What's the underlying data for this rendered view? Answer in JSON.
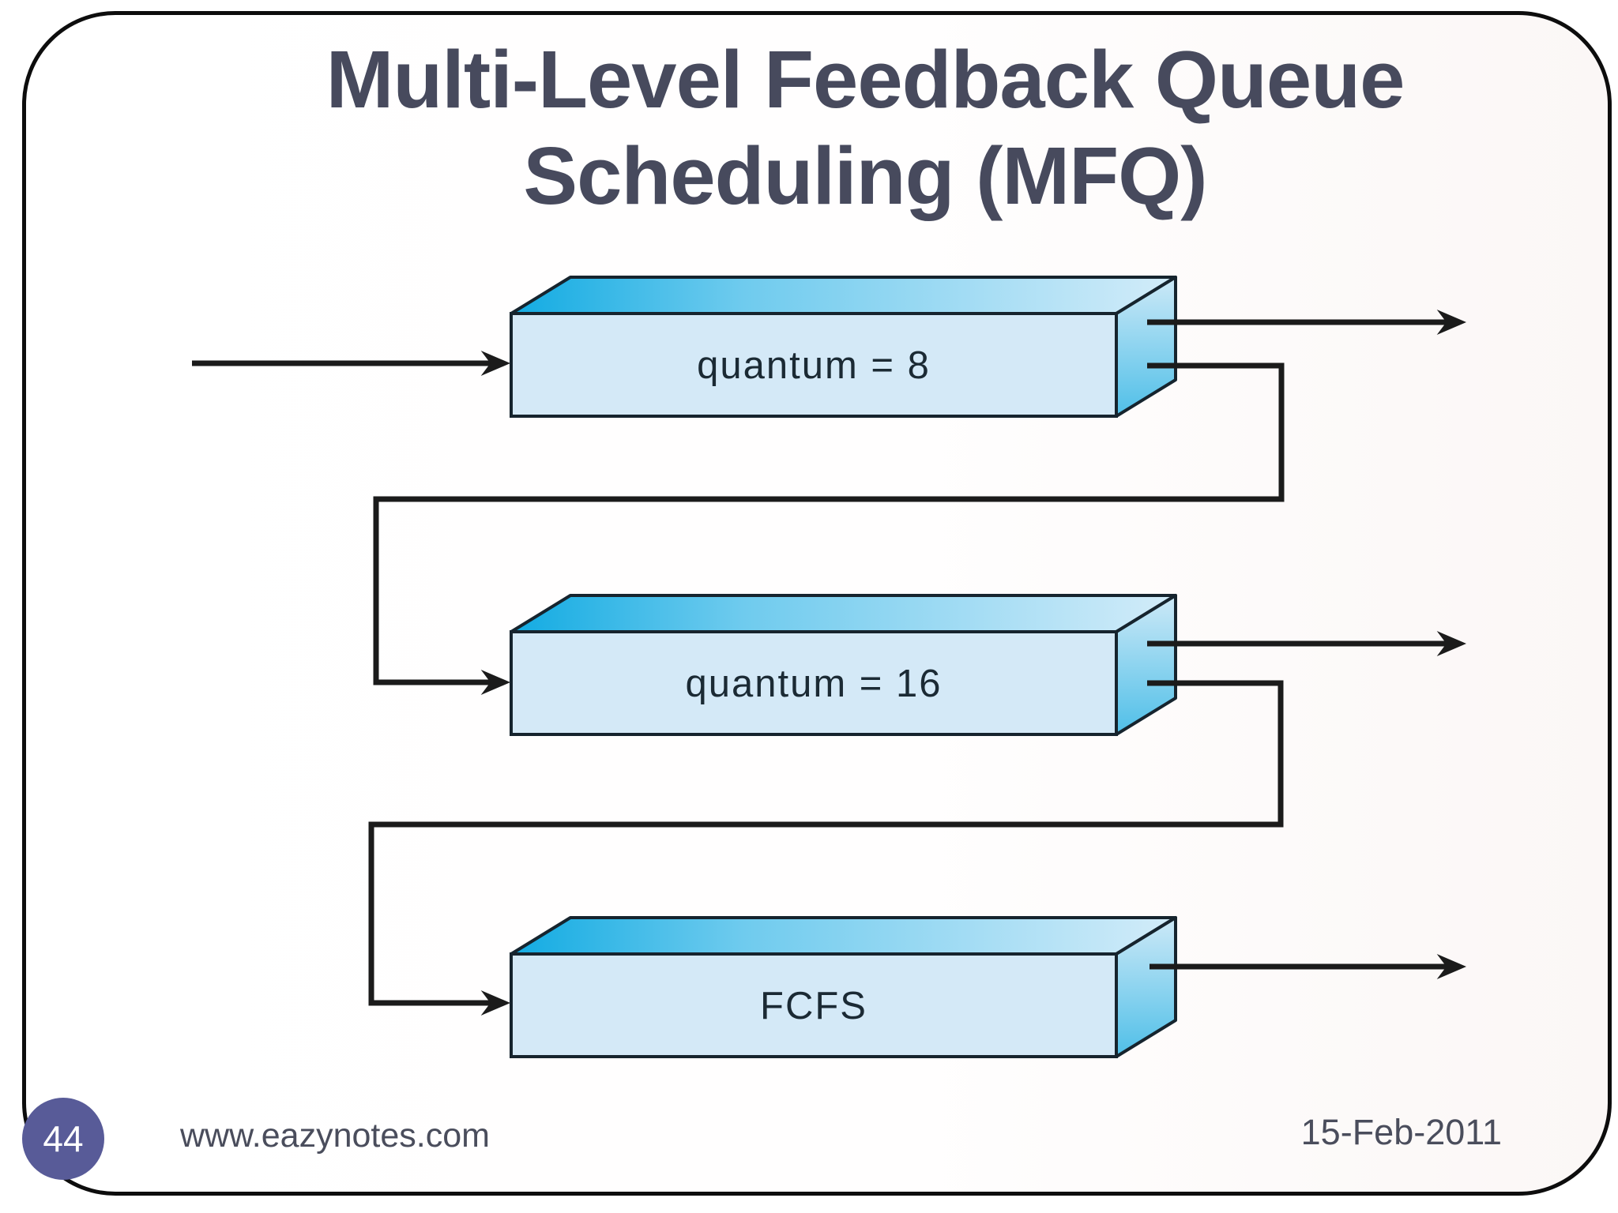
{
  "slide": {
    "title": {
      "line1": "Multi-Level Feedback Queue",
      "line2": "Scheduling (MFQ)"
    },
    "footer": {
      "page_number": "44",
      "website": "www.eazynotes.com",
      "date": "15-Feb-2011"
    }
  },
  "diagram": {
    "type": "multi-level-feedback-queue-flow",
    "queues": [
      {
        "label": "quantum = 8"
      },
      {
        "label": "quantum = 16"
      },
      {
        "label": "FCFS"
      }
    ],
    "connections": [
      {
        "from": "input",
        "to": "quantum = 8"
      },
      {
        "from": "quantum = 8",
        "to": "output"
      },
      {
        "from": "quantum = 8",
        "to": "quantum = 16"
      },
      {
        "from": "quantum = 16",
        "to": "output"
      },
      {
        "from": "quantum = 16",
        "to": "FCFS"
      },
      {
        "from": "FCFS",
        "to": "output"
      }
    ],
    "colors": {
      "box_front": "#d4e9f7",
      "box_top_gradient_start": "#12abe2",
      "box_top_gradient_end": "#d3ecf9",
      "box_side_gradient_start": "#cde9f7",
      "box_side_gradient_end": "#4fbfe8",
      "box_outline": "#16242e",
      "arrow": "#1b1b1b",
      "page_circle": "#585b98",
      "title_text": "#474a5d"
    }
  }
}
